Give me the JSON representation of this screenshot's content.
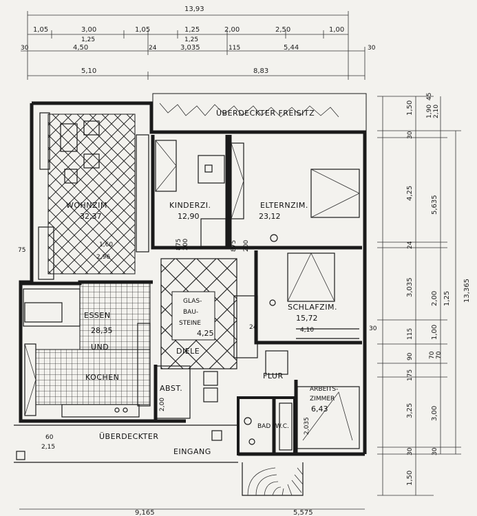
{
  "top_dims": {
    "total": "13,93",
    "row1": [
      "1,05",
      "3,00",
      "1,05",
      "1,25",
      "2,00",
      "2,50",
      "1,00"
    ],
    "row1_sub": [
      "1,25",
      "1,25"
    ],
    "row2_left": "30",
    "row2": [
      "4,50",
      "24",
      "3,035",
      "115",
      "5,44"
    ],
    "row2_right": "30",
    "row3": [
      "5,10",
      "8,83"
    ]
  },
  "right_dims": {
    "total": "13,365",
    "col1": [
      "1,50",
      "30",
      "4,25",
      "24",
      "3,035",
      "115",
      "90",
      "175",
      "3,25",
      "30",
      "1,50"
    ],
    "col2": [
      "5,635",
      "2,00",
      "1,25",
      "1,00",
      "70",
      "70",
      "3,00",
      "30"
    ],
    "col_top": [
      "1,90",
      "2,10",
      "45"
    ]
  },
  "bottom_dims": [
    "9,165",
    "5,575"
  ],
  "rooms": [
    {
      "name": "WOHNZIM.",
      "area": "32,37"
    },
    {
      "name": "KINDERZI.",
      "area": "12,90"
    },
    {
      "name": "ELTERNZIM.",
      "area": "23,12"
    },
    {
      "name": "SCHLAFZIM.",
      "area": "15,72"
    },
    {
      "name": "ESSEN",
      "area": "28,35"
    },
    {
      "name": "UND",
      "area": ""
    },
    {
      "name": "KOCHEN",
      "area": ""
    },
    {
      "name": "GLAS-",
      "area": ""
    },
    {
      "name": "BAU-",
      "area": ""
    },
    {
      "name": "STEINE",
      "area": "4,25"
    },
    {
      "name": "DIELE",
      "area": ""
    },
    {
      "name": "ABST.",
      "area": ""
    },
    {
      "name": "FLUR",
      "area": ""
    },
    {
      "name": "ARBEITS-",
      "area": ""
    },
    {
      "name": "ZIMMER",
      "area": "6,43"
    },
    {
      "name": "BAD",
      "area": ""
    },
    {
      "name": "W.C.",
      "area": ""
    }
  ],
  "zones": {
    "terrace": "ÜBERDECKTER FREISITZ",
    "porch": "ÜBERDECKTER",
    "entrance": "EINGANG"
  },
  "misc": {
    "dim_160": "1,60",
    "dim_296": "2,96",
    "dim_75": "75",
    "left_60": "60",
    "left_215": "2,15",
    "abst_dim": "2,00",
    "kinder_door": "875",
    "door_200": "200",
    "schlaf_dim": "4,10",
    "bad_dim": "2,035",
    "wall_24": "24",
    "wall_30": "30"
  }
}
